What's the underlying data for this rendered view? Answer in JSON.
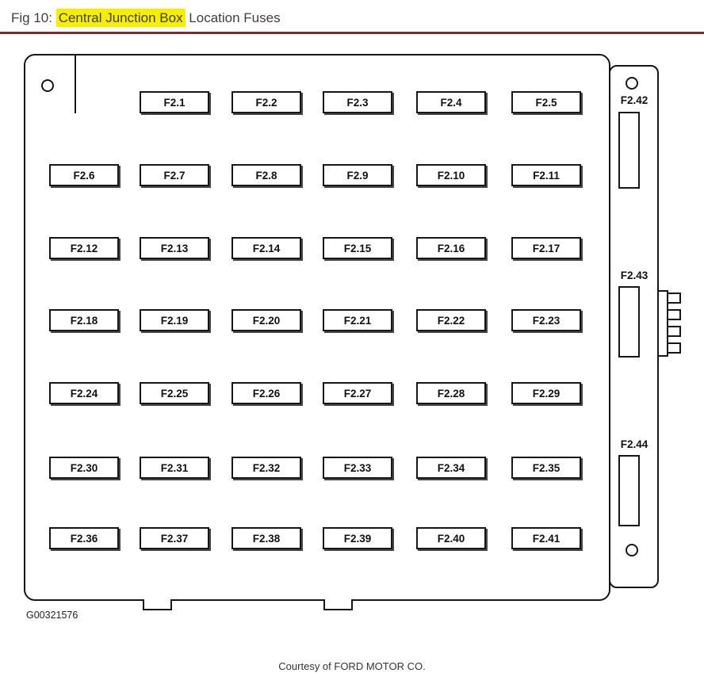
{
  "header": {
    "prefix": "Fig 10: ",
    "highlight": "Central Junction Box",
    "suffix": " Location Fuses",
    "highlight_color": "#f7ee00",
    "rule_color": "#6e3131"
  },
  "fuse_grid": {
    "rows": [
      [
        "F2.1",
        "F2.2",
        "F2.3",
        "F2.4",
        "F2.5"
      ],
      [
        "F2.6",
        "F2.7",
        "F2.8",
        "F2.9",
        "F2.10",
        "F2.11"
      ],
      [
        "F2.12",
        "F2.13",
        "F2.14",
        "F2.15",
        "F2.16",
        "F2.17"
      ],
      [
        "F2.18",
        "F2.19",
        "F2.20",
        "F2.21",
        "F2.22",
        "F2.23"
      ],
      [
        "F2.24",
        "F2.25",
        "F2.26",
        "F2.27",
        "F2.28",
        "F2.29"
      ],
      [
        "F2.30",
        "F2.31",
        "F2.32",
        "F2.33",
        "F2.34",
        "F2.35"
      ],
      [
        "F2.36",
        "F2.37",
        "F2.38",
        "F2.39",
        "F2.40",
        "F2.41"
      ]
    ]
  },
  "side_panel": {
    "fuses": [
      "F2.42",
      "F2.43",
      "F2.44"
    ]
  },
  "footer": {
    "part_number": "G00321576",
    "courtesy": "Courtesy of FORD MOTOR CO."
  }
}
